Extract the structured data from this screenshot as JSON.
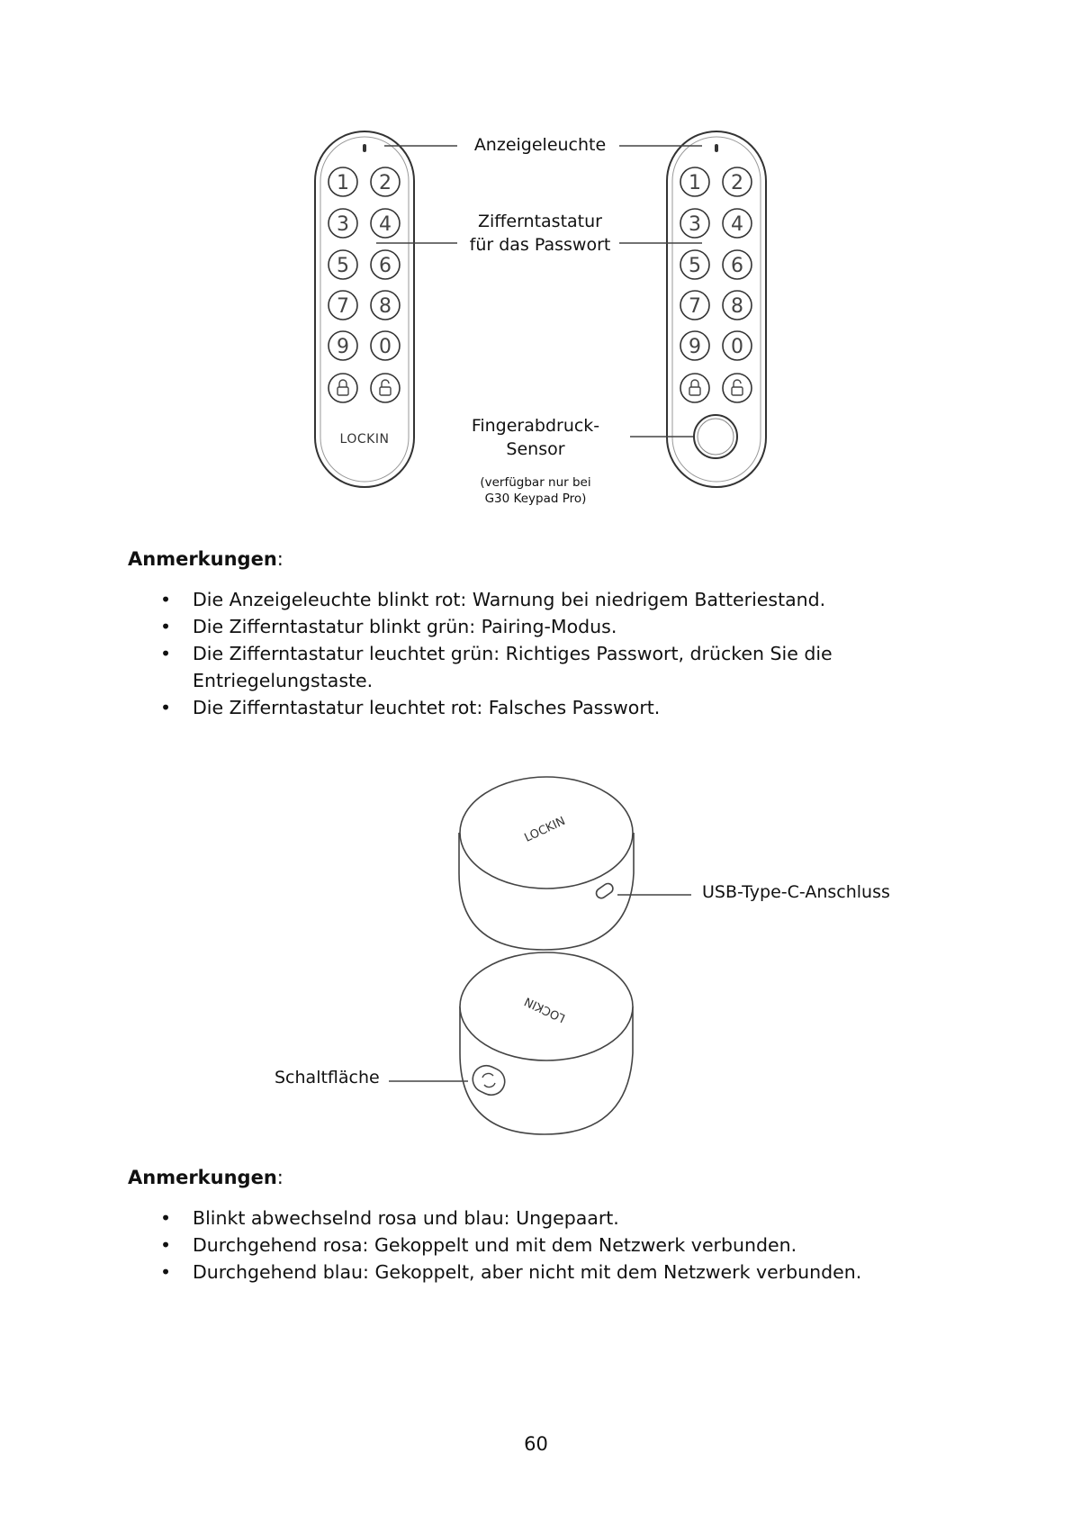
{
  "figure1": {
    "label_indicator": "Anzeigeleuchte",
    "label_keypad_line1": "Zifferntastatur",
    "label_keypad_line2": "für das Passwort",
    "label_finger_line1": "Fingerabdruck-",
    "label_finger_line2": "Sensor",
    "label_note_line1": "(verfügbar nur bei",
    "label_note_line2": "G30 Keypad Pro)",
    "keys": [
      "1",
      "2",
      "3",
      "4",
      "5",
      "6",
      "7",
      "8",
      "9",
      "0"
    ],
    "brand": "LOCKIN"
  },
  "section1": {
    "heading": "Anmerkungen",
    "colon": ":",
    "bullet_glyph": "•",
    "items": [
      "Die Anzeigeleuchte blinkt rot: Warnung bei niedrigem Batteriestand.",
      "Die Zifferntastatur blinkt grün: Pairing-Modus.",
      "Die Zifferntastatur leuchtet grün: Richtiges Passwort, drücken Sie die Entriegelungstaste.",
      "Die Zifferntastatur leuchtet rot: Falsches Passwort."
    ]
  },
  "figure2": {
    "label_usb": "USB-Type-C-Anschluss",
    "label_button": "Schaltfläche",
    "brand": "LOCKIN"
  },
  "section2": {
    "heading": "Anmerkungen",
    "colon": ":",
    "bullet_glyph": "•",
    "items": [
      "Blinkt abwechselnd rosa und blau: Ungepaart.",
      "Durchgehend rosa: Gekoppelt und mit dem Netzwerk verbunden.",
      "Durchgehend blau: Gekoppelt, aber nicht mit dem Netzwerk verbunden."
    ]
  },
  "page_number": "60"
}
